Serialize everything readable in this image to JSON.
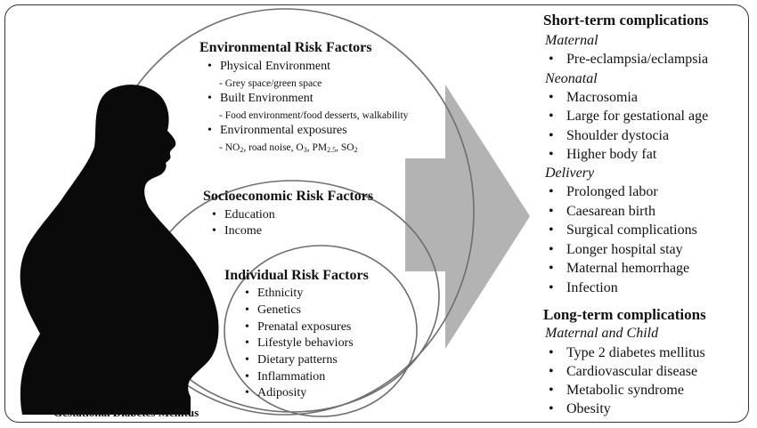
{
  "environmental": {
    "title": "Environmental Risk Factors",
    "item_1": "Physical Environment",
    "item_1_sub": "- Grey space/green space",
    "item_2": "Built Environment",
    "item_2_sub": "- Food environment/food desserts, walkability",
    "item_3": "Environmental exposures",
    "exp_no2": "- NO",
    "exp_no2_sub": "2",
    "exp_road": ", road noise, O",
    "exp_o3_sub": "3",
    "exp_pm": ", PM",
    "exp_pm_sub": "2.5",
    "exp_so": ", SO",
    "exp_so2_sub": "2"
  },
  "socioeconomic": {
    "title": "Socioeconomic Risk Factors",
    "items": [
      "Education",
      "Income"
    ]
  },
  "individual": {
    "title": "Individual Risk Factors",
    "items": [
      "Ethnicity",
      "Genetics",
      "Prenatal exposures",
      "Lifestyle behaviors",
      "Dietary patterns",
      "Inflammation",
      "Adiposity"
    ]
  },
  "gdm_label": "Gestational Diabetes Mellitus",
  "short_term": {
    "title": "Short-term complications",
    "maternal_label": "Maternal",
    "maternal_items": [
      "Pre-eclampsia/eclampsia"
    ],
    "neonatal_label": "Neonatal",
    "neonatal_items": [
      "Macrosomia",
      "Large for gestational age",
      "Shoulder dystocia",
      "Higher body fat"
    ],
    "delivery_label": "Delivery",
    "delivery_items": [
      "Prolonged labor",
      "Caesarean birth",
      "Surgical complications",
      "Longer hospital stay",
      "Maternal hemorrhage",
      "Infection"
    ]
  },
  "long_term": {
    "title": "Long-term complications",
    "group_label": "Maternal and Child",
    "items": [
      "Type 2 diabetes mellitus",
      "Cardiovascular disease",
      "Metabolic syndrome",
      "Obesity"
    ]
  },
  "colors": {
    "silhouette": "#0a0a0a",
    "arrow": "#b3b3b3",
    "stroke": "#6e6e6e",
    "frame": "#333333"
  }
}
